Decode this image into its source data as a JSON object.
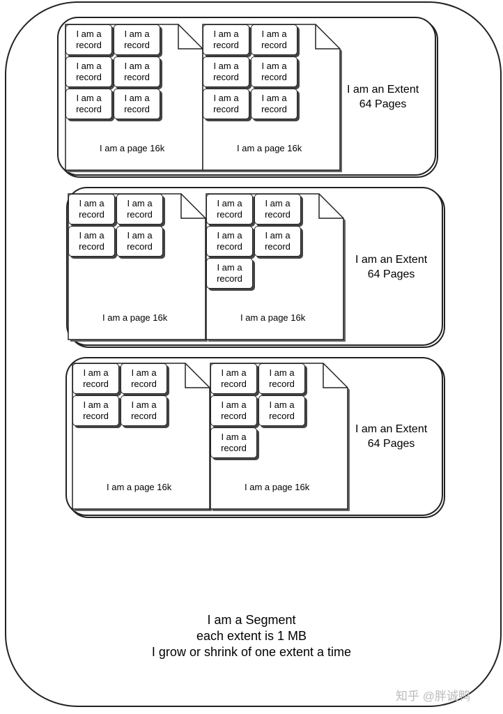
{
  "segment": {
    "caption_lines": [
      "I am a Segment",
      "each extent is 1 MB",
      "I grow or shrink of one extent a time"
    ]
  },
  "extent_label": {
    "line1": "I am an Extent",
    "line2": "64 Pages"
  },
  "record": {
    "line1": "I am a",
    "line2": "record"
  },
  "page_label": "I am a page 16k",
  "extents": [
    {
      "pages": [
        {
          "records": 6
        },
        {
          "records": 6
        }
      ]
    },
    {
      "pages": [
        {
          "records": 4
        },
        {
          "records": 5
        }
      ]
    },
    {
      "pages": [
        {
          "records": 4
        },
        {
          "records": 5
        }
      ]
    }
  ],
  "watermark": "知乎 @胖诚鸭"
}
